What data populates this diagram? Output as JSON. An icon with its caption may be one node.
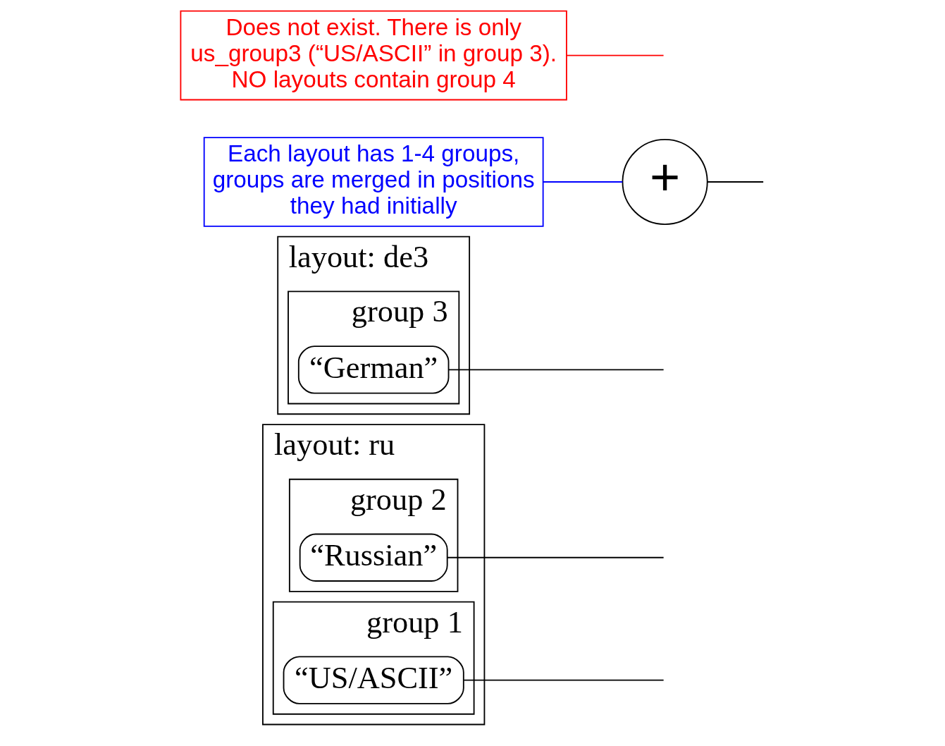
{
  "diagram": {
    "nodes": [
      {
        "text": [
          "layout: ru"
        ]
      },
      {
        "text": [
          "group 2"
        ],
        "in": 0
      },
      {
        "text": [
          "“Russian”"
        ],
        "in": 1
      },
      {
        "text": [
          "group 1"
        ],
        "in": 0
      },
      {
        "text": [
          "“US/ASCII”"
        ],
        "in": 3
      },
      {
        "text": [
          "layout: de3"
        ]
      },
      {
        "text": [
          "group 3"
        ],
        "in": 5
      },
      {
        "text": [
          "“German”"
        ],
        "in": 6
      },
      {
        "text": [
          "+"
        ]
      },
      {
        "text": [
          "Does not exist. There is only us_group3 (“US/ASCII” in group 3). NO layouts contain group 4"
        ]
      },
      {
        "text": [
          "Each layout has 1-4 groups, groups are merged in positions they had initially"
        ]
      }
    ],
    "edges": [
      {
        "from": 9,
        "to": null,
        "arrow": "none",
        "color": "#ff0000"
      },
      {
        "from": 7,
        "to": null,
        "arrow": "none"
      },
      {
        "from": 8,
        "to": null,
        "arrow": "none"
      },
      {
        "from": 2,
        "to": null,
        "arrow": "none"
      },
      {
        "from": 10,
        "to": 8,
        "arrow": "none",
        "color": "#0000ff"
      },
      {
        "from": 4,
        "to": null,
        "arrow": "none"
      }
    ]
  }
}
